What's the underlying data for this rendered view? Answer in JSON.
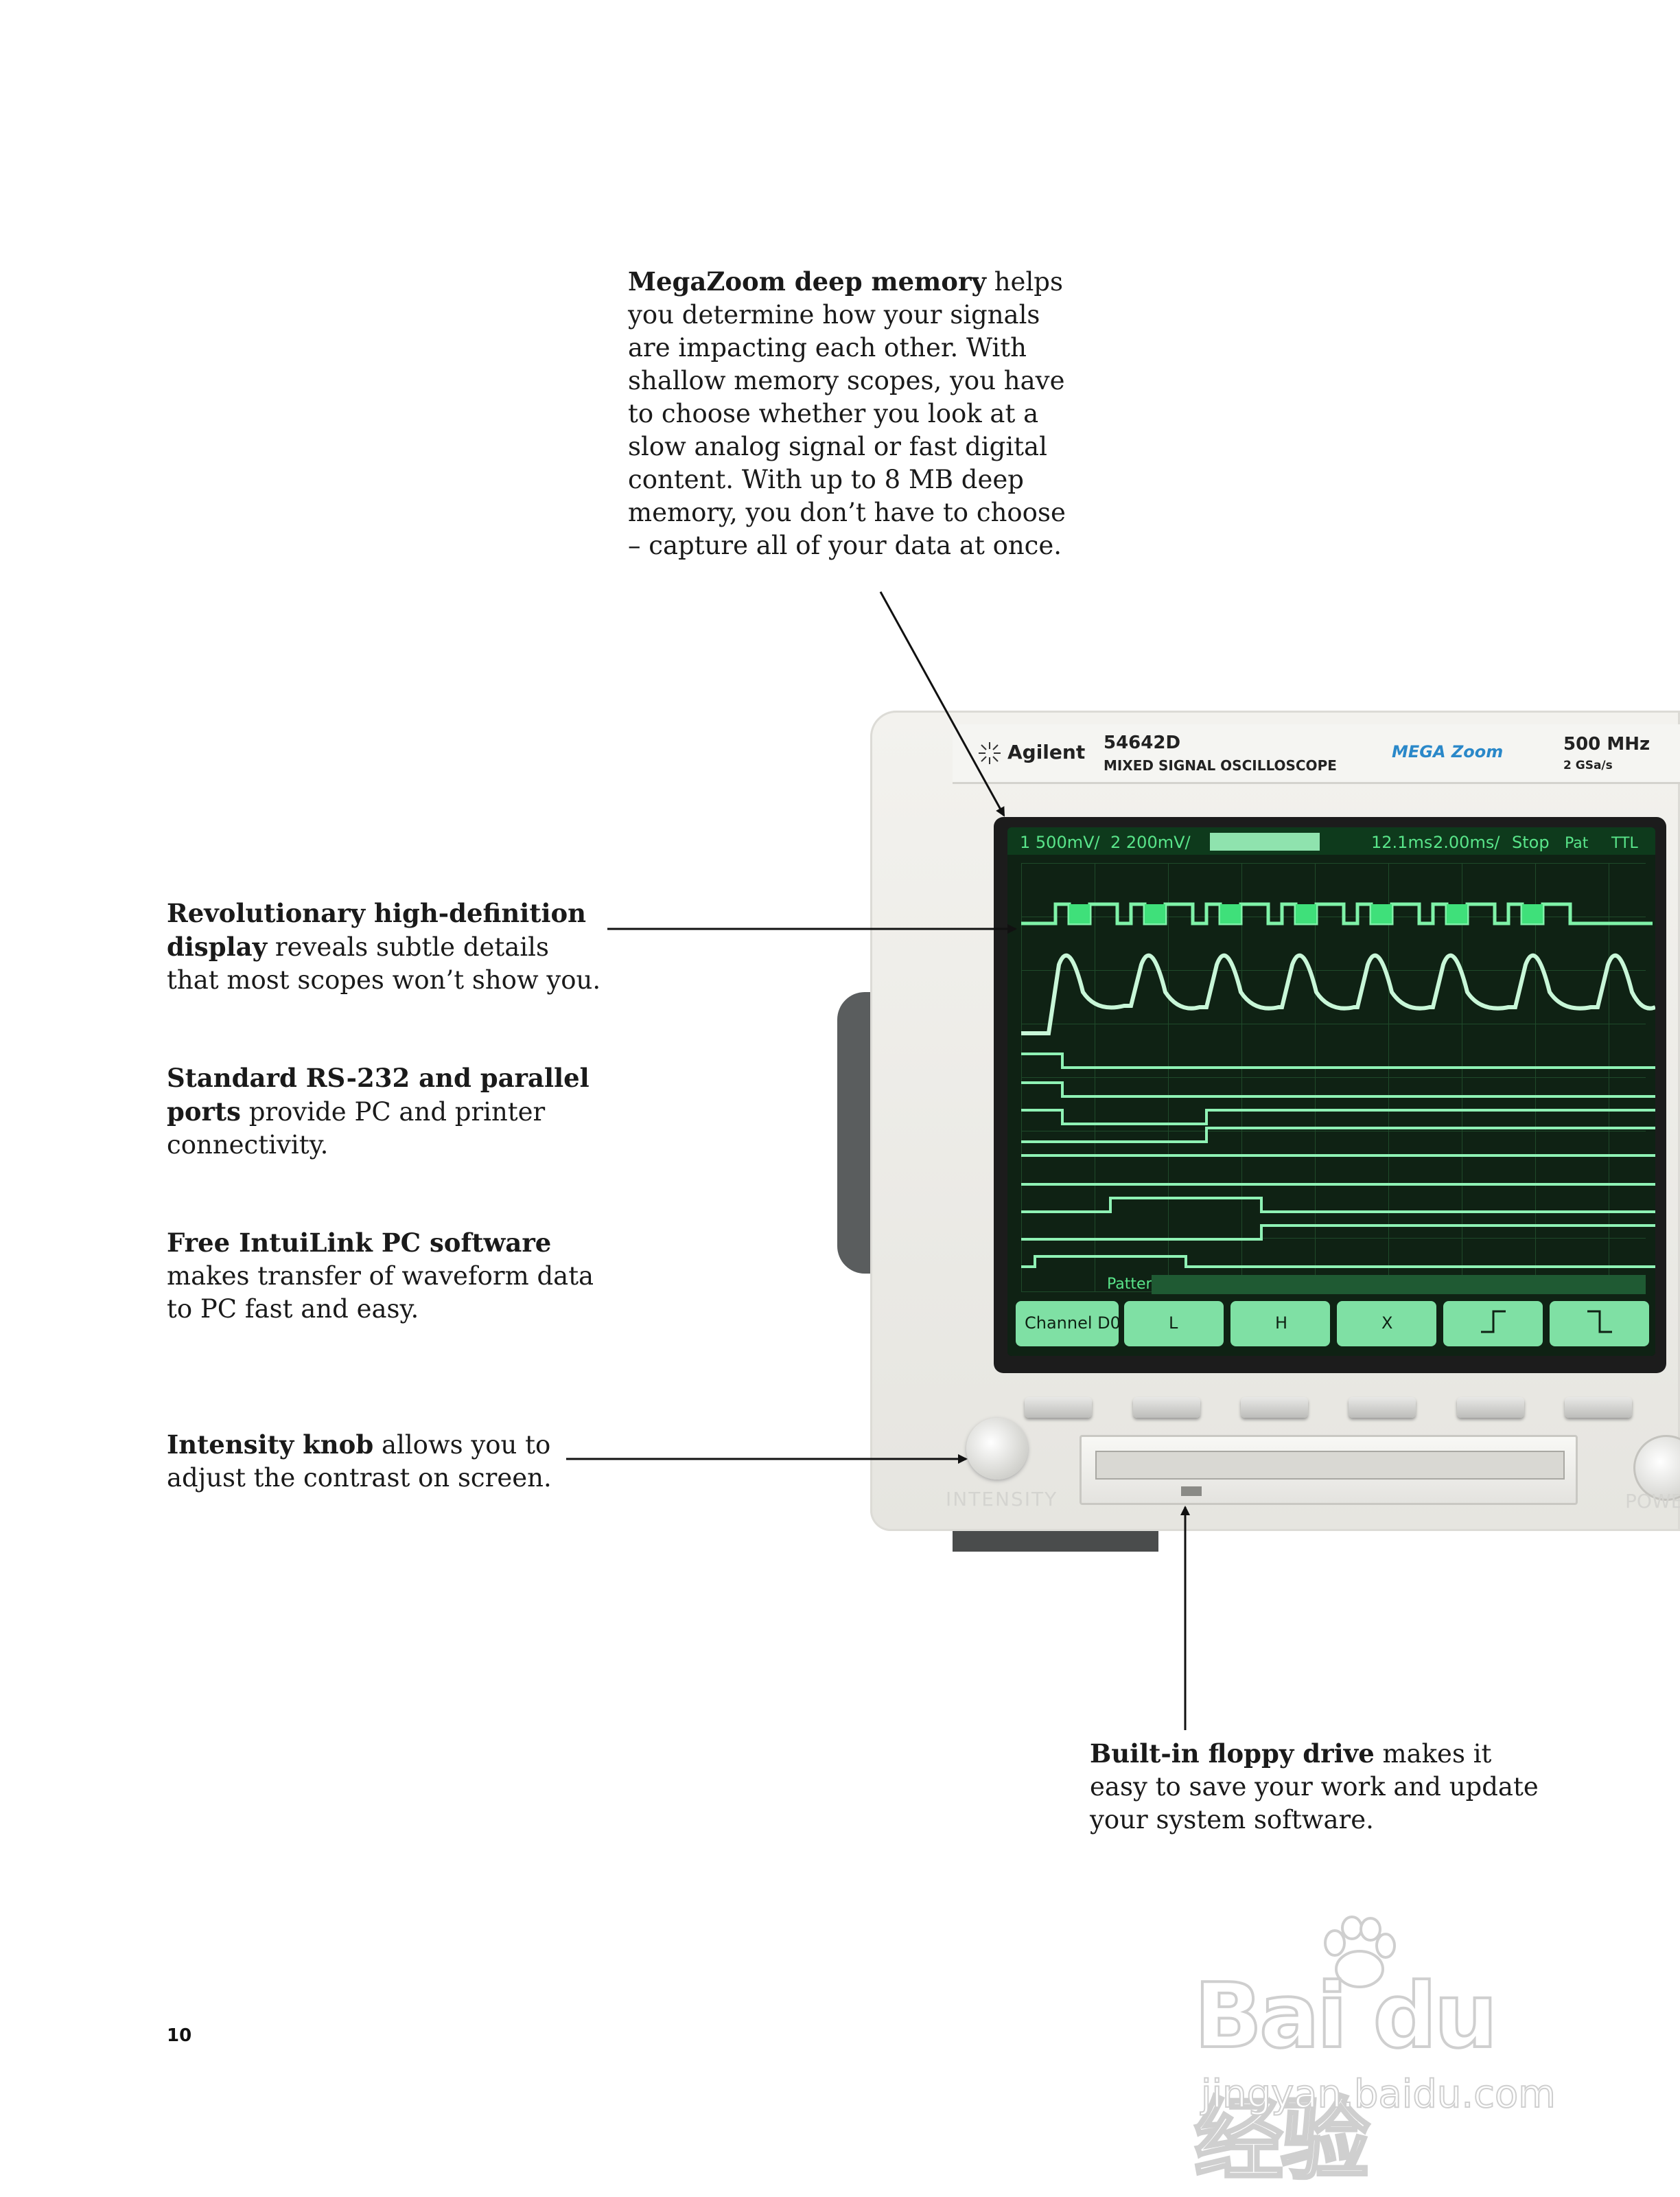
{
  "callouts": {
    "megazoom": {
      "bold": "MegaZoom deep memory",
      "text": " helps you determine how your signals are impacting each other. With shallow memory scopes, you have to choose whether you look at a slow analog signal or fast digital content. With up to 8 MB deep memory, you don’t have to choose – capture all of your data at once."
    },
    "display": {
      "bold": "Revolutionary high-definition display",
      "text": " reveals subtle details that most scopes won’t show you."
    },
    "ports": {
      "bold": "Standard RS-232 and parallel ports",
      "text": " provide PC and printer connectivity."
    },
    "intuilink": {
      "bold": "Free IntuiLink PC software",
      "text": " makes transfer of waveform data to PC fast and easy."
    },
    "intensity": {
      "bold": "Intensity knob",
      "text": " allows you to adjust the contrast on screen."
    },
    "floppy": {
      "bold": "Built-in floppy drive",
      "text": " makes it easy to save your work and update your system software."
    }
  },
  "page_number": "10",
  "scope": {
    "brand": "Agilent",
    "model": "54642D",
    "description": "MIXED SIGNAL OSCILLOSCOPE",
    "megazoom_logo": "MEGA Zoom",
    "bandwidth": "500 MHz",
    "sample_rate": "2 GSa/s",
    "status_bar": {
      "ch1": "1 500mV/",
      "ch2": "2 200mV/",
      "time": "12.1ms",
      "timebase": "2.00ms/",
      "run_state": "Stop",
      "trigger": "Pat",
      "logic": "TTL"
    },
    "pattern_label": "Pattern =",
    "softkeys": [
      "Channel D0",
      "L",
      "H",
      "X",
      "rising-edge-icon",
      "falling-edge-icon"
    ],
    "intensity_label": "INTENSITY",
    "power_label": "POWER",
    "screen_color": "#3fe07a"
  },
  "watermark": {
    "logo": "Bai du 经验",
    "url": "jingyan.baidu.com"
  }
}
